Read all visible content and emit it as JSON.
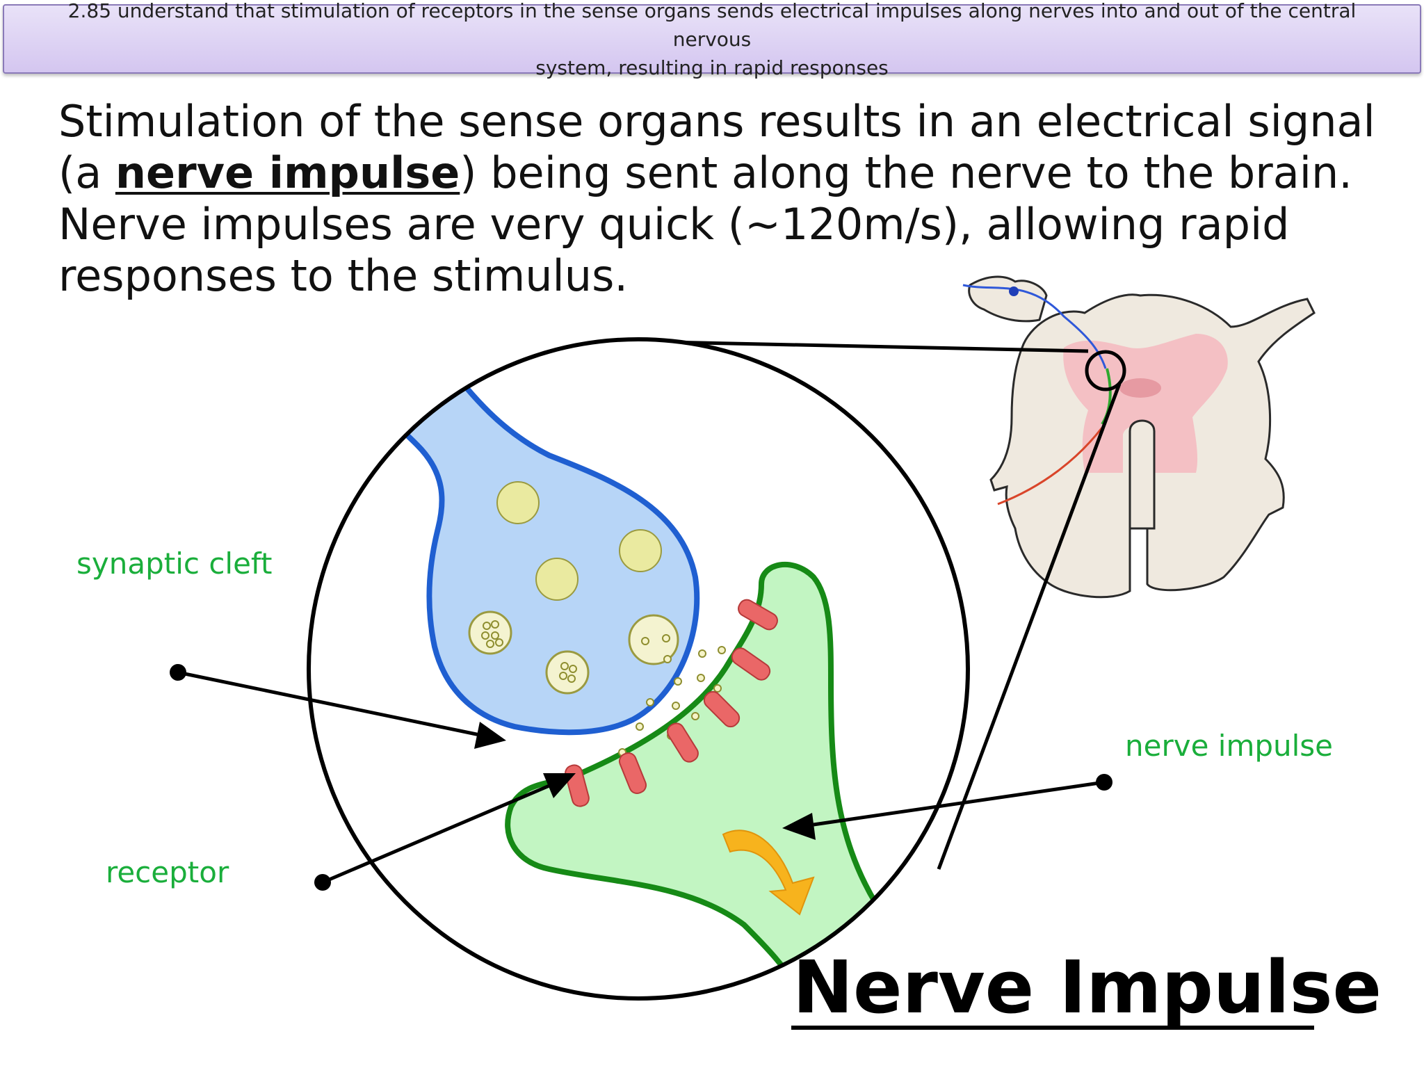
{
  "spec": {
    "line1": "2.85 understand that stimulation of receptors in the sense organs sends electrical impulses along nerves into and out of the central nervous",
    "line2": "system, resulting in rapid responses"
  },
  "intro": {
    "line1": "Stimulation of the sense organs results in an electrical signal",
    "line2_pre": "(a ",
    "line2_term": "nerve impulse",
    "line2_post": ") being sent along the nerve to the brain.",
    "line3": "Nerve impulses are very quick (~120m/s), allowing rapid",
    "line4": "responses to the stimulus."
  },
  "labels": {
    "synaptic_cleft": "synaptic cleft",
    "receptor": "receptor",
    "nerve_impulse": "nerve impulse"
  },
  "title": "Nerve Impulse",
  "colors": {
    "label_green": "#1aae3b",
    "presynaptic_fill": "#b7d5f7",
    "presynaptic_stroke": "#1f5fd1",
    "postsynaptic_fill": "#c2f5c2",
    "postsynaptic_stroke": "#168a16",
    "vesicle": "#eaeaa0",
    "receptor": "#ea6767",
    "impulse_arrow": "#f7b31d",
    "spinal_grey_matter": "#f4c0c4",
    "spinal_white_matter": "#efe9df"
  }
}
